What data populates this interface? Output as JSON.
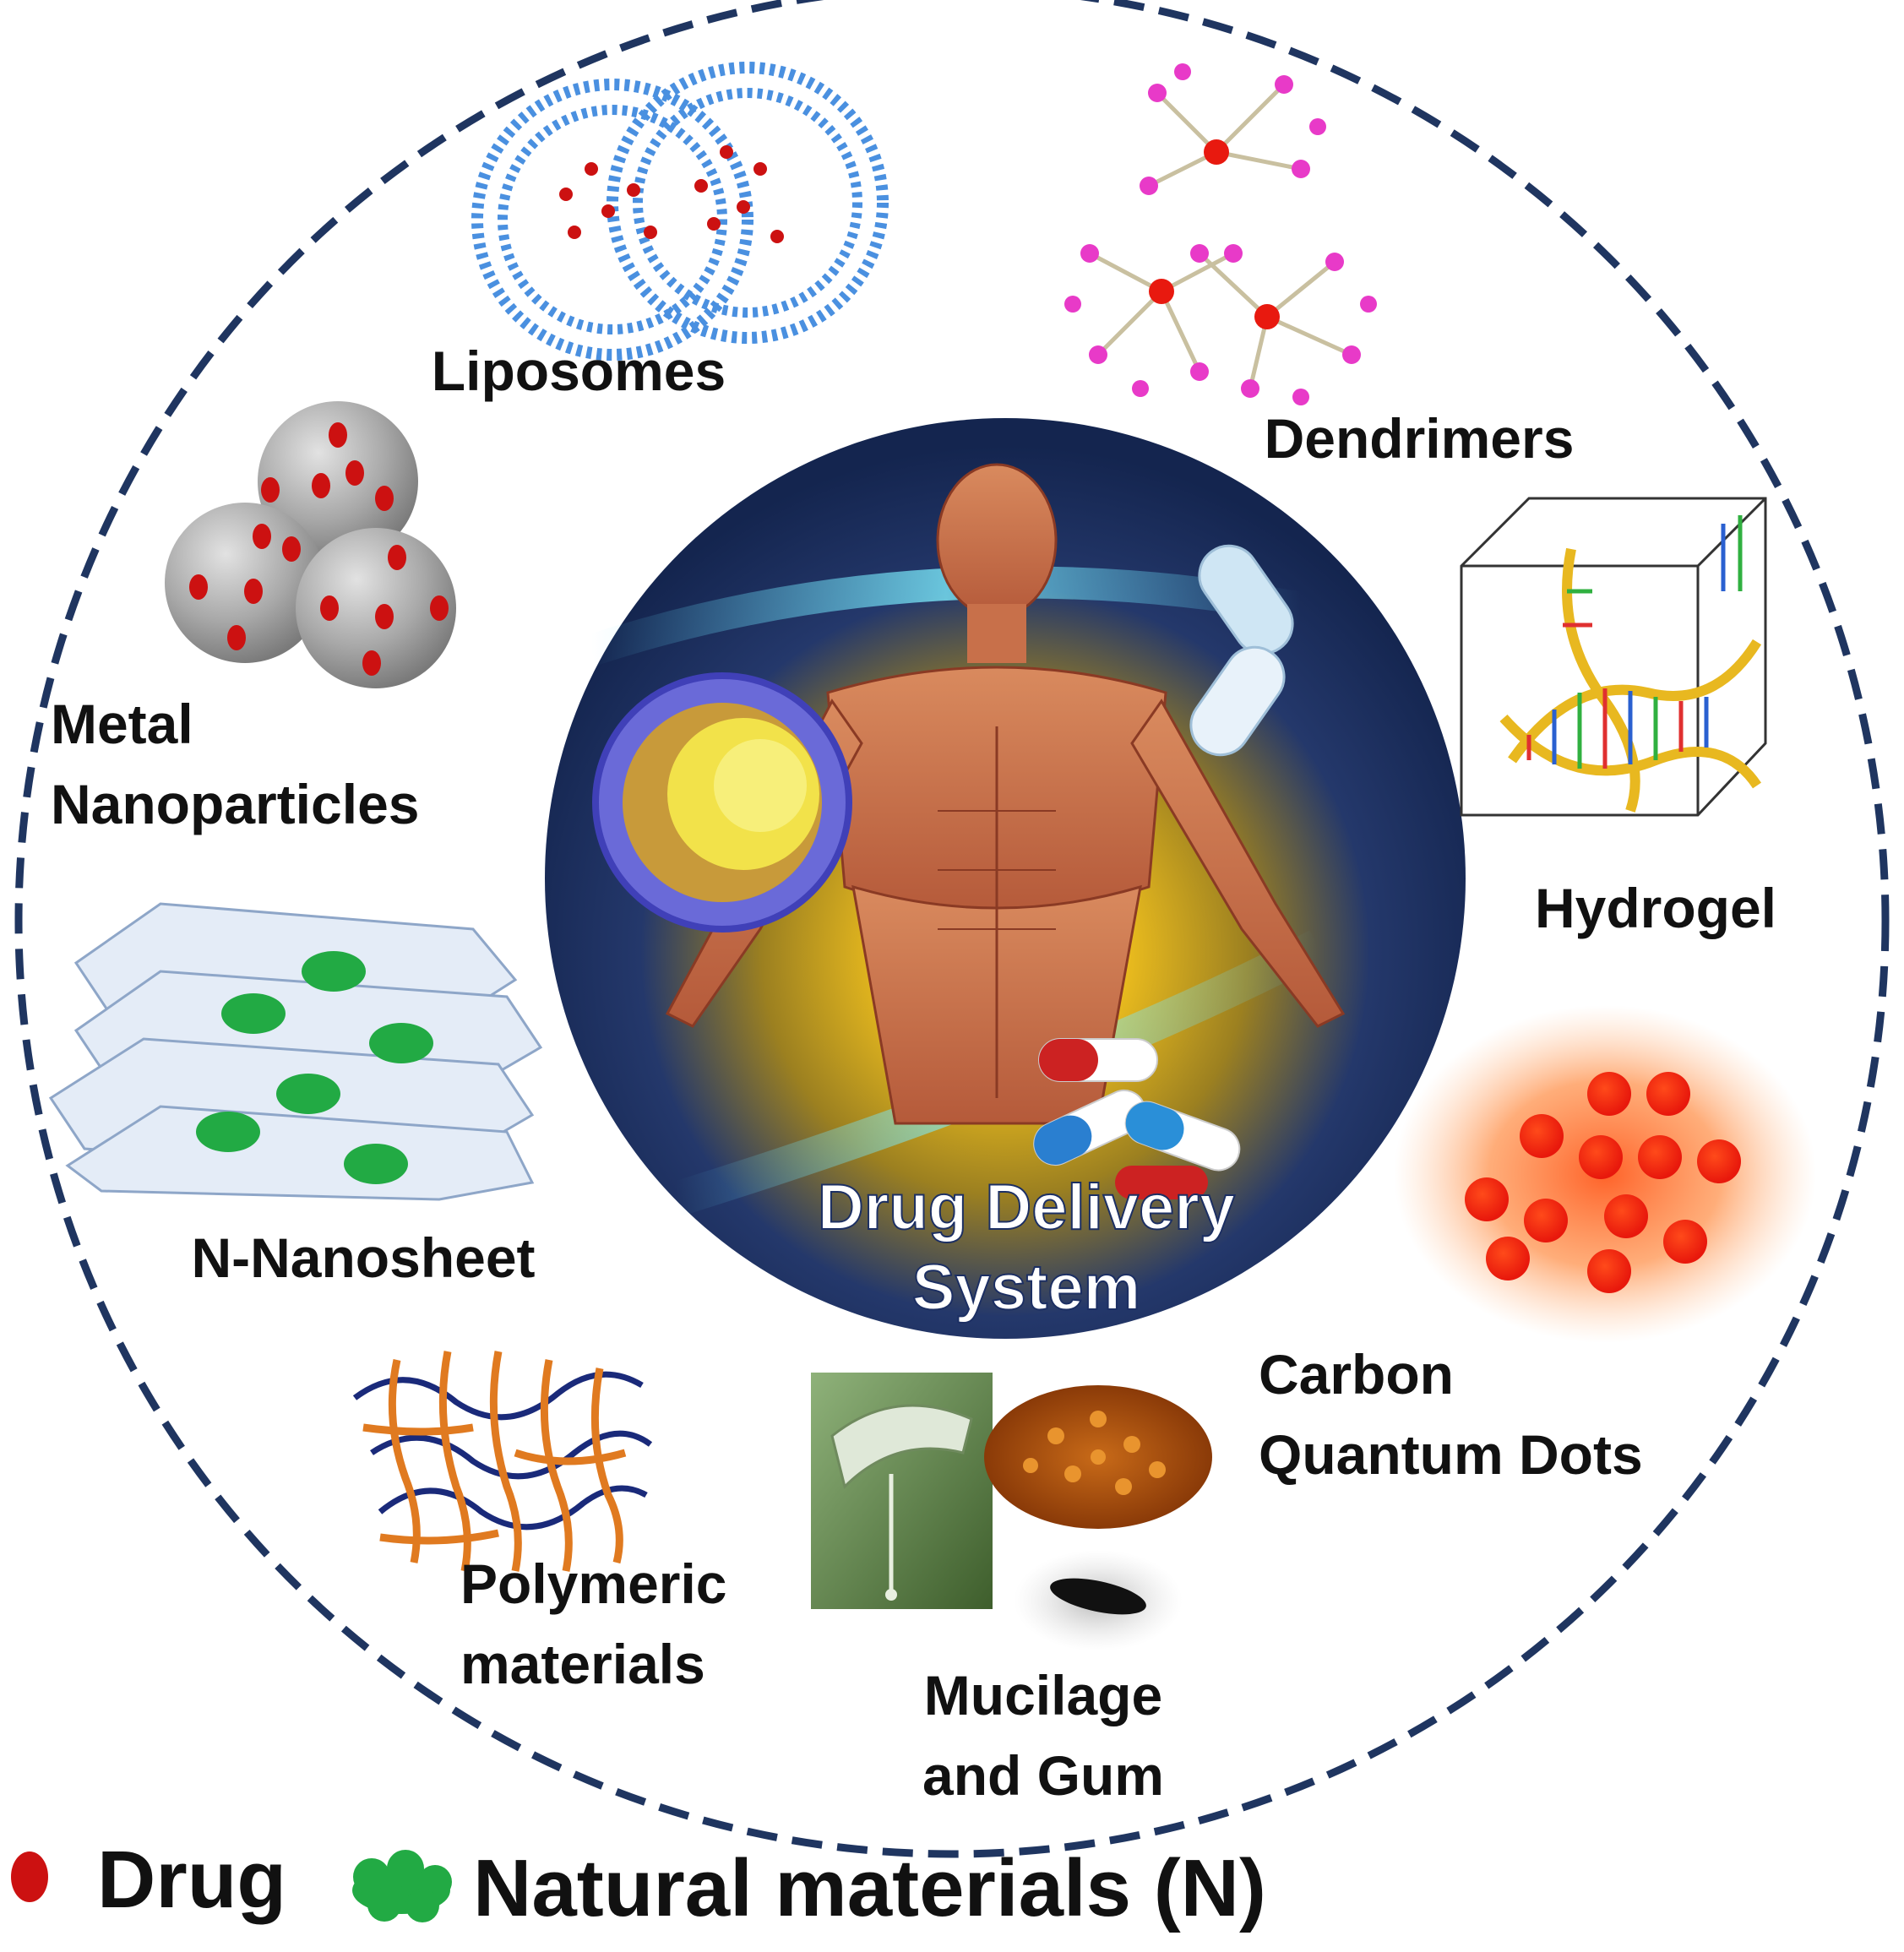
{
  "labels": {
    "liposomes": "Liposomes",
    "dendrimers": "Dendrimers",
    "metal_1": "Metal",
    "metal_2": "Nanoparticles",
    "hydrogel": "Hydrogel",
    "nanosheet": "N-Nanosheet",
    "cqd_1": "Carbon",
    "cqd_2": "Quantum Dots",
    "polymeric_1": "Polymeric",
    "polymeric_2": "materials",
    "mucilage_1": "Mucilage",
    "mucilage_2": "and Gum",
    "center_1": "Drug Delivery",
    "center_2": "System"
  },
  "legend": {
    "drug": "Drug",
    "natural": "Natural materials (N)"
  },
  "colors": {
    "dash_circle": "#1f3560",
    "drug": "#cc1111",
    "natural": "#22aa44",
    "center_bg": "#1c2f63",
    "center_glow": "#f2c21a"
  }
}
